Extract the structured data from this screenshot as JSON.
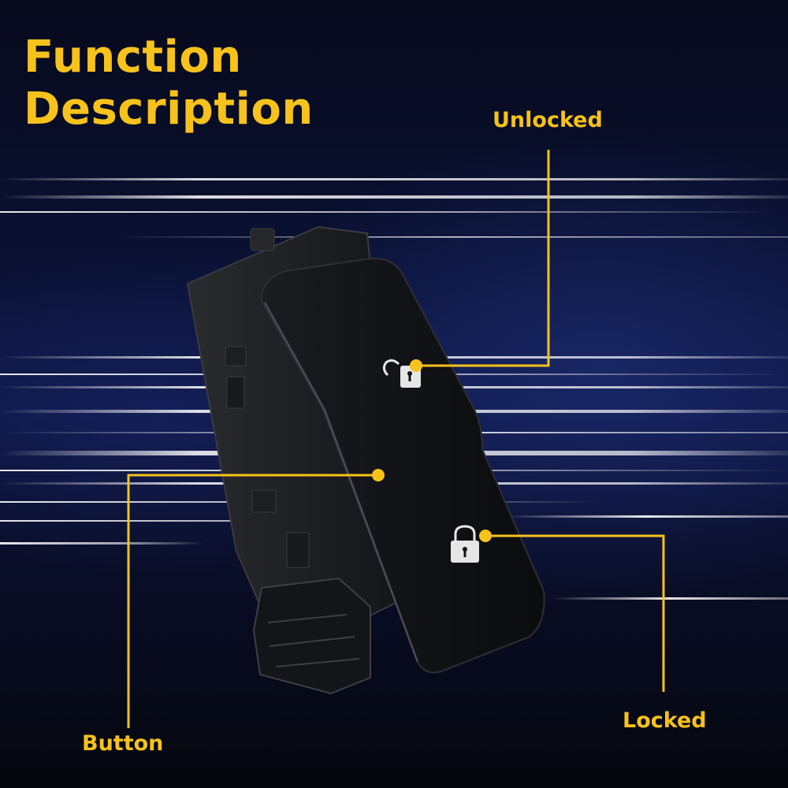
{
  "heading": {
    "line1": "Function",
    "line2": "Description"
  },
  "callouts": {
    "unlocked": "Unlocked",
    "button": "Button",
    "locked": "Locked"
  },
  "icons": {
    "unlock": "unlocked-padlock-icon",
    "lock": "locked-padlock-icon"
  },
  "colors": {
    "accent": "#f6c21b",
    "background": "#0a1030",
    "product": "#111215"
  }
}
